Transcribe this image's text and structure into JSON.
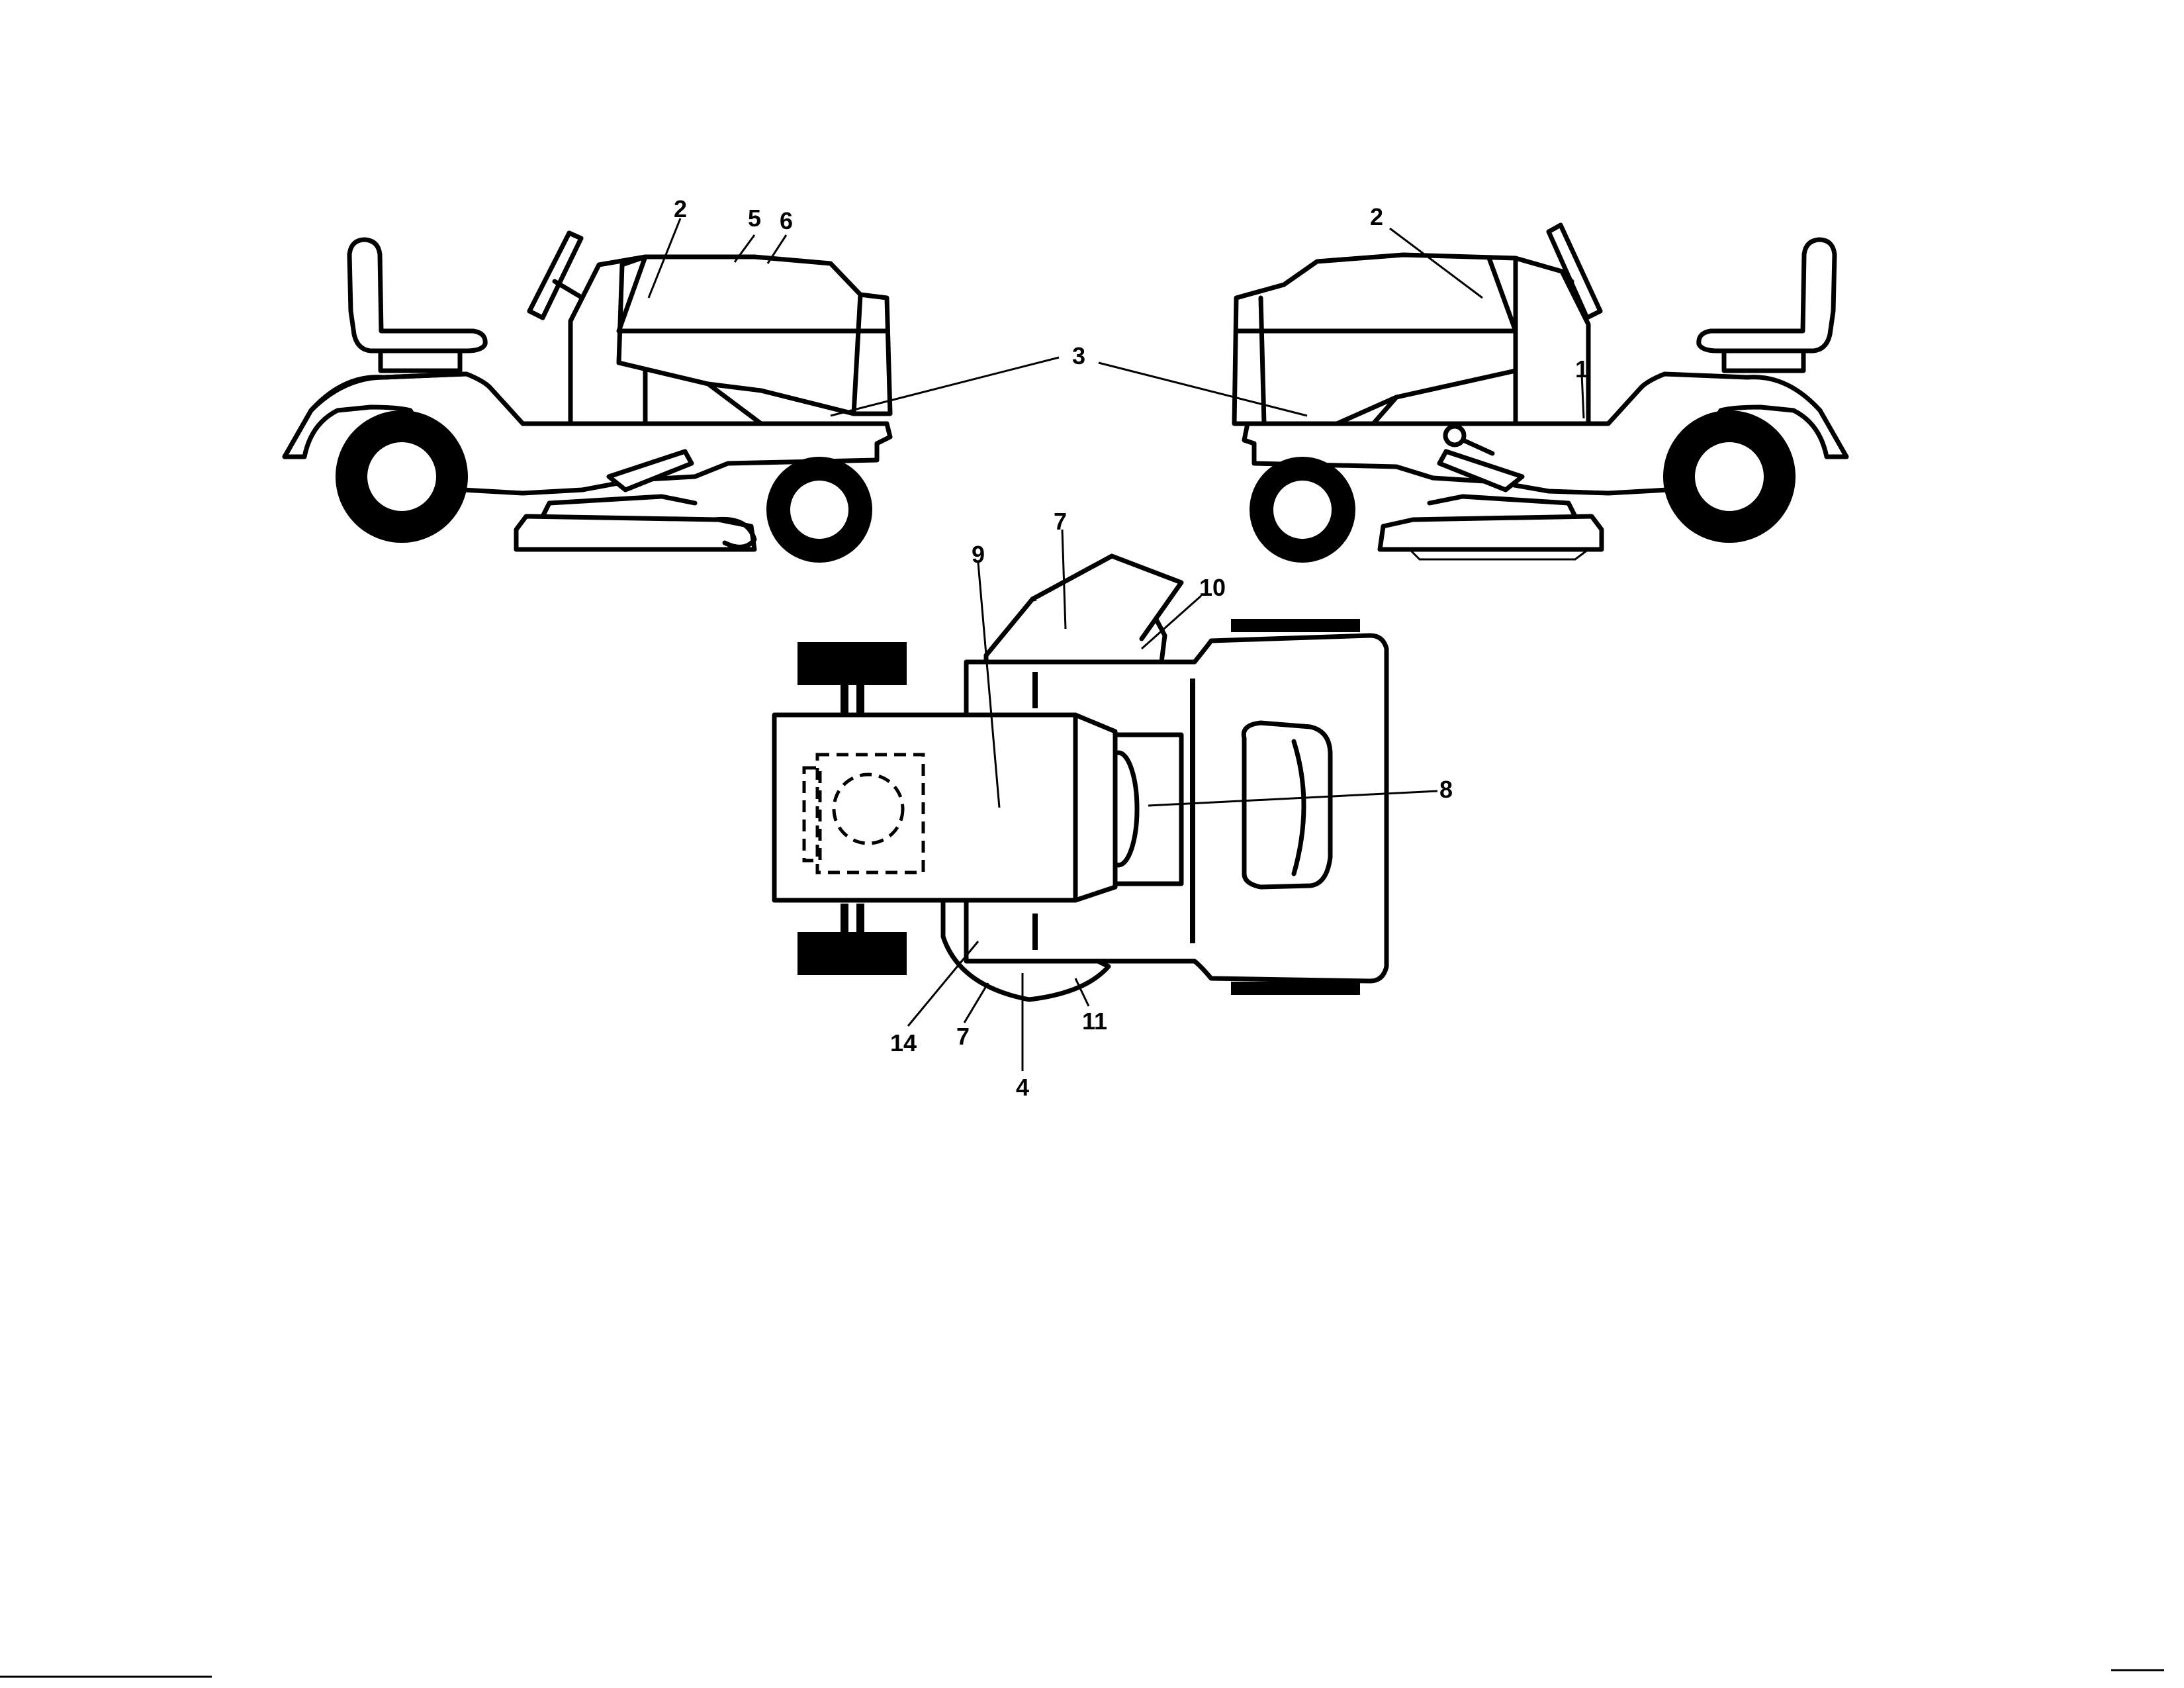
{
  "callouts": {
    "left_2": "2",
    "left_5": "5",
    "left_6": "6",
    "center_3": "3",
    "right_2": "2",
    "right_1": "1",
    "top_7": "7",
    "top_9": "9",
    "top_10": "10",
    "top_8": "8",
    "top_14": "14",
    "top_7b": "7",
    "top_11": "11",
    "top_4": "4"
  }
}
